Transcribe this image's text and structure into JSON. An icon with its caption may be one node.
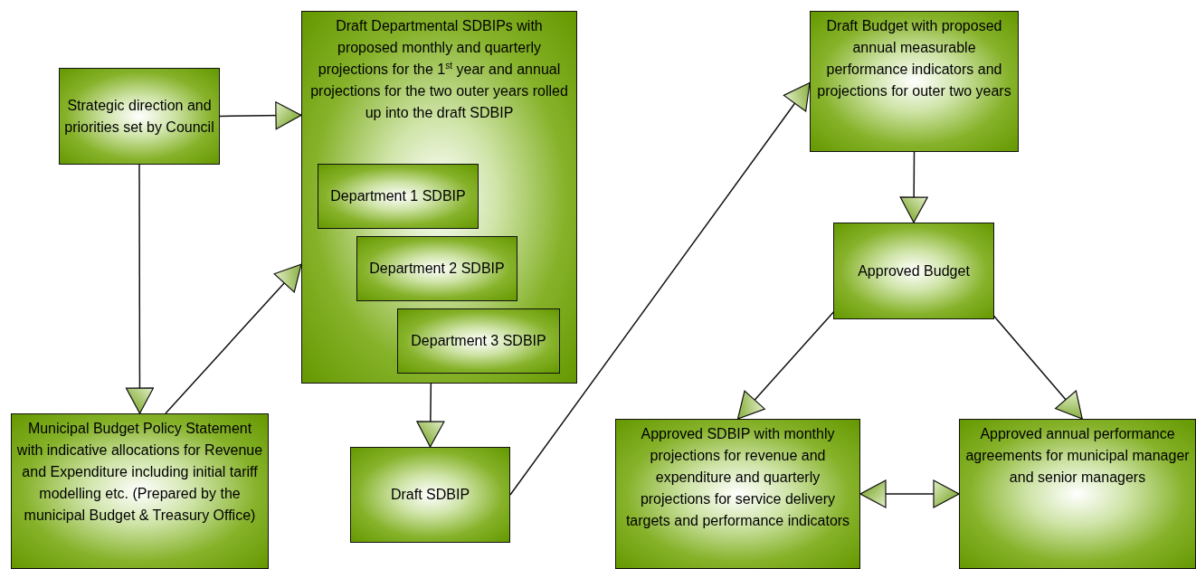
{
  "diagram": {
    "nodes": [
      {
        "text": [
          "Strategic direction and priorities set by Council"
        ]
      },
      {
        "text": [
          "Draft Departmental SDBIPs with proposed monthly and quarterly projections for the 1$^{st}$ year and annual projections for the two outer years rolled up into the draft SDBIP"
        ]
      },
      {
        "text": [
          "Department 1 SDBIP"
        ],
        "in": 1
      },
      {
        "text": [
          "Department 2 SDBIP"
        ],
        "in": 1
      },
      {
        "text": [
          "Department 3 SDBIP"
        ],
        "in": 1
      },
      {
        "text": [
          "Municipal Budget Policy Statement with indicative allocations for Revenue and Expenditure including initial tariff modelling etc.  (Prepared by the municipal Budget & Treasury Office)"
        ]
      },
      {
        "text": [
          "Draft SDBIP"
        ]
      },
      {
        "text": [
          "Draft Budget with proposed annual measurable performance indicators and projections for outer two years"
        ]
      },
      {
        "text": [
          "Approved Budget"
        ]
      },
      {
        "text": [
          "Approved SDBIP with monthly projections for revenue and expenditure and quarterly projections for service delivery targets and performance indicators"
        ]
      },
      {
        "text": [
          "Approved annual performance agreements for municipal manager and senior managers"
        ]
      }
    ],
    "edges": [
      {
        "from": 0,
        "to": 1,
        "arrow": "to"
      },
      {
        "from": 0,
        "to": 5,
        "arrow": "to"
      },
      {
        "from": 5,
        "to": 1,
        "arrow": "to"
      },
      {
        "from": 1,
        "to": 6,
        "arrow": "to"
      },
      {
        "from": 6,
        "to": 7,
        "arrow": "to"
      },
      {
        "from": 7,
        "to": 8,
        "arrow": "to"
      },
      {
        "from": 8,
        "to": 9,
        "arrow": "to"
      },
      {
        "from": 8,
        "to": 10,
        "arrow": "to"
      },
      {
        "from": 9,
        "to": 10,
        "arrow": "both"
      }
    ]
  }
}
